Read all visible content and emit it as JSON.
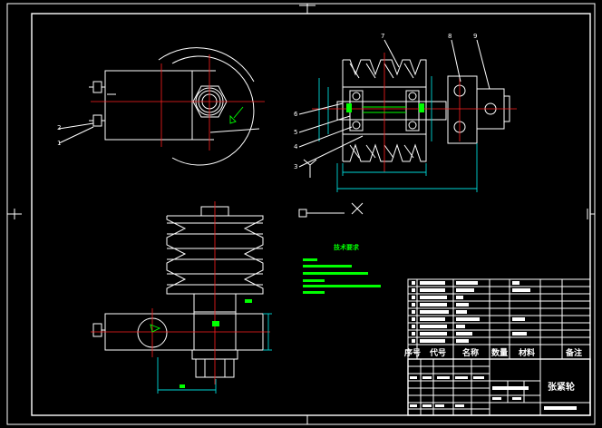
{
  "drawing": {
    "title": "张紧轮",
    "colors": {
      "background": "#000000",
      "outline": "#ffffff",
      "centerline": "#ff2020",
      "dimension": "#00d8d8",
      "annotation": "#00ff00"
    }
  },
  "side_view_leaders": [
    "2",
    "1"
  ],
  "section_view_leaders": [
    "7",
    "8",
    "9",
    "6",
    "5",
    "4",
    "3"
  ],
  "technical_requirements": {
    "title": "技术要求"
  },
  "parts_table": {
    "headers": [
      "序号",
      "代号",
      "名称",
      "数量",
      "材料",
      "备注"
    ]
  },
  "title_block": {
    "part_name": "张紧轮"
  }
}
